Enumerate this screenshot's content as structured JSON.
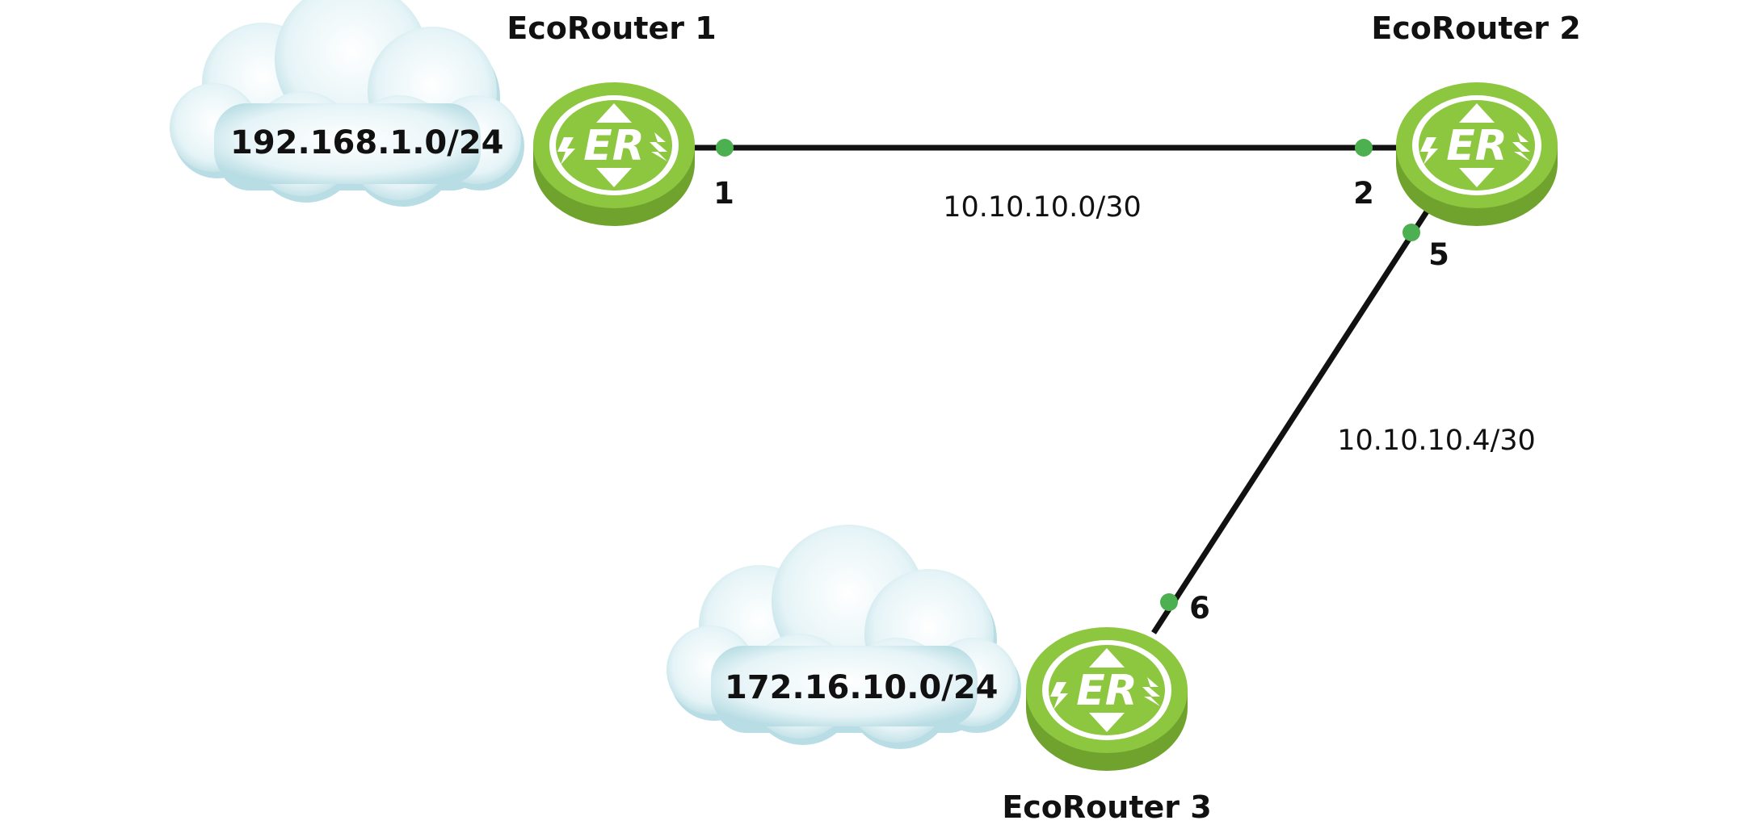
{
  "routers": [
    {
      "id": "r1",
      "title": "EcoRouter 1",
      "badge_text": "ER"
    },
    {
      "id": "r2",
      "title": "EcoRouter 2",
      "badge_text": "ER"
    },
    {
      "id": "r3",
      "title": "EcoRouter 3",
      "badge_text": "ER"
    }
  ],
  "clouds": [
    {
      "id": "cloud1",
      "label": "192.168.1.0/24"
    },
    {
      "id": "cloud3",
      "label": "172.16.10.0/24"
    }
  ],
  "links": [
    {
      "id": "link12",
      "network": "10.10.10.0/30",
      "port_a": "1",
      "port_b": "2"
    },
    {
      "id": "link23",
      "network": "10.10.10.4/30",
      "port_a": "5",
      "port_b": "6"
    }
  ],
  "colors": {
    "router_green": "#8dc63f",
    "router_dark_green": "#6fa32e",
    "router_face": "#ffffff",
    "port_dot": "#4caf50",
    "cloud_fill": "#e3f3f6",
    "cloud_shade": "#b9dde5",
    "link": "#111111"
  }
}
